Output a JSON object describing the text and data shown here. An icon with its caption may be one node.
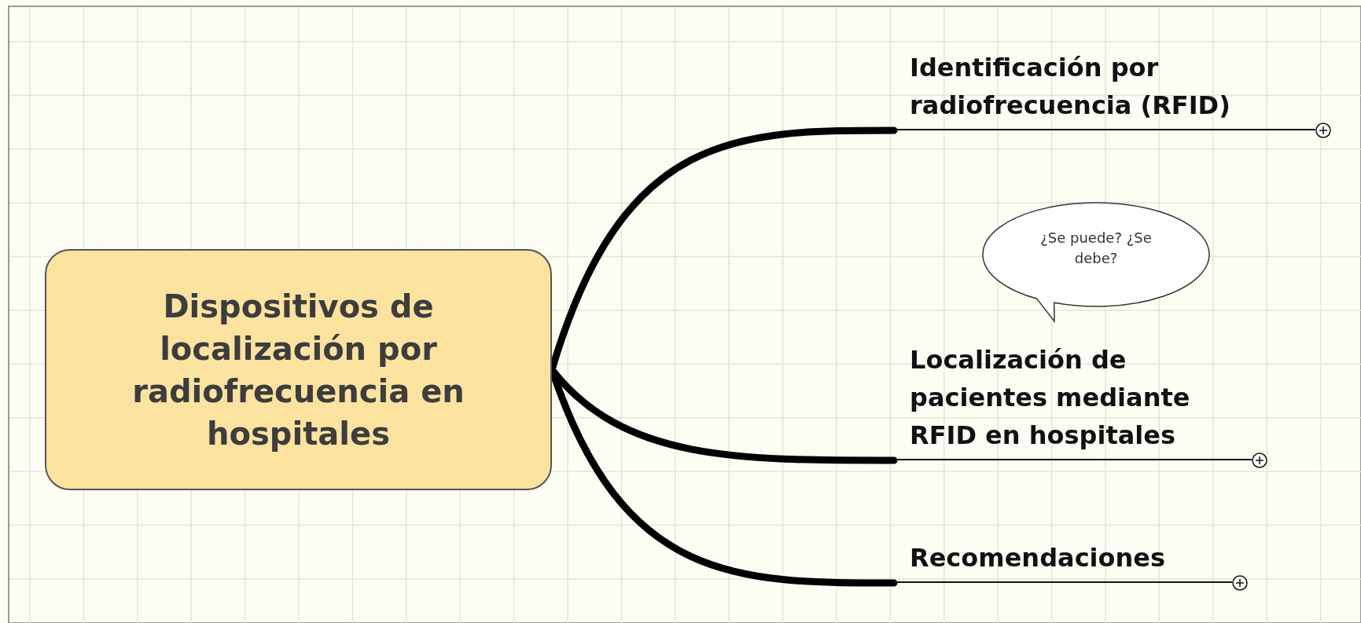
{
  "diagram": {
    "nodes": [
      {
        "text": [
          "Dispositivos de localización por radiofrecuencia en hospitales"
        ]
      },
      {
        "text": [
          "Identificación por radiofrecuencia (RFID)"
        ]
      },
      {
        "text": [
          "¿Se puede? ¿Se debe?"
        ]
      },
      {
        "text": [
          "Localización de pacientes mediante RFID en hospitales"
        ]
      },
      {
        "text": [
          "Recomendaciones"
        ]
      }
    ],
    "edges": [
      {
        "from": 0,
        "to": 1,
        "arrow": "none"
      },
      {
        "from": 0,
        "to": 3,
        "arrow": "none"
      },
      {
        "from": 0,
        "to": 4,
        "arrow": "none"
      }
    ]
  }
}
